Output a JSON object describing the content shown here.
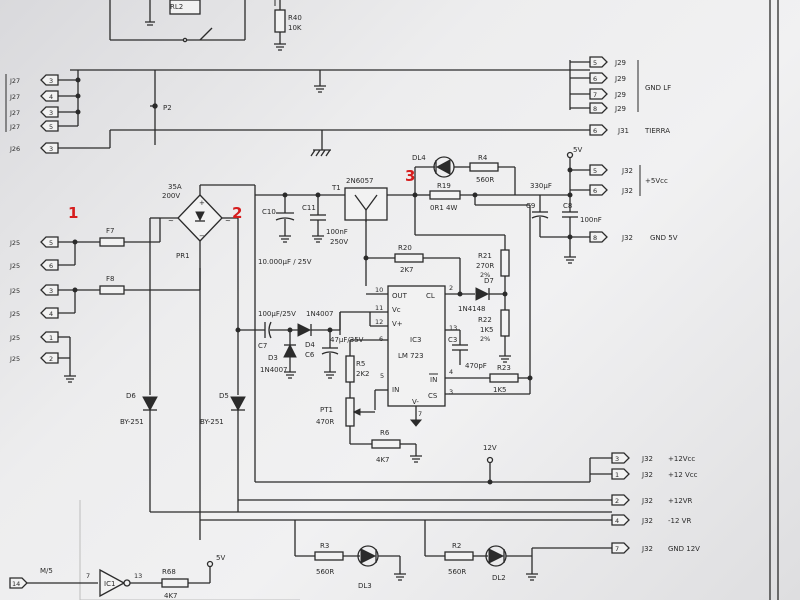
{
  "annotations": [
    "1",
    "2",
    "3"
  ],
  "top": {
    "relay": "RL2",
    "resistor": "R40",
    "resistor_value": "10K"
  },
  "gnd_lf": {
    "pins": [
      "5",
      "6",
      "7",
      "8"
    ],
    "conn": "J29",
    "label": "GND LF"
  },
  "j27": {
    "pins": [
      "3",
      "4",
      "3",
      "5"
    ],
    "conn": "J27"
  },
  "j26": {
    "pin": "3",
    "conn": "J26"
  },
  "p2": "P2",
  "tierra": {
    "pin": "6",
    "conn": "J31",
    "label": "TIERRA"
  },
  "j25": {
    "conn": "J25",
    "pins": [
      "5",
      "6",
      "3",
      "4",
      "1",
      "2"
    ]
  },
  "fuses": [
    "F7",
    "F8"
  ],
  "bridge": {
    "name": "PR1",
    "rating1": "35A",
    "rating2": "200V"
  },
  "diodes": {
    "d6": "D6",
    "d5": "D5",
    "type": "BY-251"
  },
  "caps": {
    "c10": "C10",
    "c10_val": "10.000μF / 25V",
    "c11": "C11",
    "c11_val1": "100nF",
    "c11_val2": "250V",
    "c7": "C7",
    "c7_val": "100μF/25V",
    "c6": "C6",
    "c6_val": "47μF/35V",
    "c3": "C3",
    "c3_val": "470pF",
    "c9": "C9",
    "c9_val": "330μF",
    "c8": "C8",
    "c8_val": "100nF"
  },
  "transistor": {
    "name": "T1",
    "part": "2N6057"
  },
  "regulator": {
    "name": "IC3",
    "part": "LM 723",
    "pins": {
      "out": "OUT",
      "cl": "CL",
      "vc": "Vc",
      "vplus": "V+",
      "in": "IN",
      "inv": "IN",
      "cs": "CS",
      "vminus": "V-"
    },
    "pin_numbers": [
      "10",
      "11",
      "12",
      "6",
      "13",
      "2",
      "4",
      "5",
      "3",
      "7"
    ]
  },
  "resistors": {
    "r19": "R19",
    "r19_val": "0R1 4W",
    "r20": "R20",
    "r20_val": "2K7",
    "r21": "R21",
    "r21_val": "270R",
    "r21_tol": "2%",
    "r22": "R22",
    "r22_val": "1K5",
    "r22_tol": "2%",
    "r23": "R23",
    "r23_val": "1K5",
    "r4": "R4",
    "r4_val": "560R",
    "r5": "R5",
    "r5_val": "2K2",
    "r6": "R6",
    "r6_val": "4K7",
    "r3": "R3",
    "r3_val": "560R",
    "r2": "R2",
    "r2_val": "560R",
    "r68": "R68",
    "r68_val": "4K7"
  },
  "pot": {
    "name": "PT1",
    "value": "470R"
  },
  "small_diodes": {
    "d7": "D7",
    "d7_type": "1N4148",
    "d4": "D4",
    "d4_type": "1N4007",
    "d3": "D3",
    "d3_type": "1N4007"
  },
  "leds": {
    "dl4": "DL4",
    "dl3": "DL3",
    "dl2": "DL2"
  },
  "rails": {
    "v5": "5V",
    "v12": "12V"
  },
  "j32": [
    {
      "pin": "5",
      "conn": "J32",
      "label": "+5Vcc"
    },
    {
      "pin": "6",
      "conn": "J32",
      "label": ""
    },
    {
      "pin": "8",
      "conn": "J32",
      "label": "GND 5V"
    },
    {
      "pin": "3",
      "conn": "J32",
      "label": "+12Vcc"
    },
    {
      "pin": "1",
      "conn": "J32",
      "label": "+12 Vcc"
    },
    {
      "pin": "2",
      "conn": "J32",
      "label": "+12VR"
    },
    {
      "pin": "4",
      "conn": "J32",
      "label": "-12 VR"
    },
    {
      "pin": "7",
      "conn": "J32",
      "label": "GND 12V"
    }
  ],
  "ic1": {
    "name": "IC1",
    "pin_in": "7",
    "pin_out": "13",
    "signal": "M/5",
    "pin_conn": "14"
  }
}
